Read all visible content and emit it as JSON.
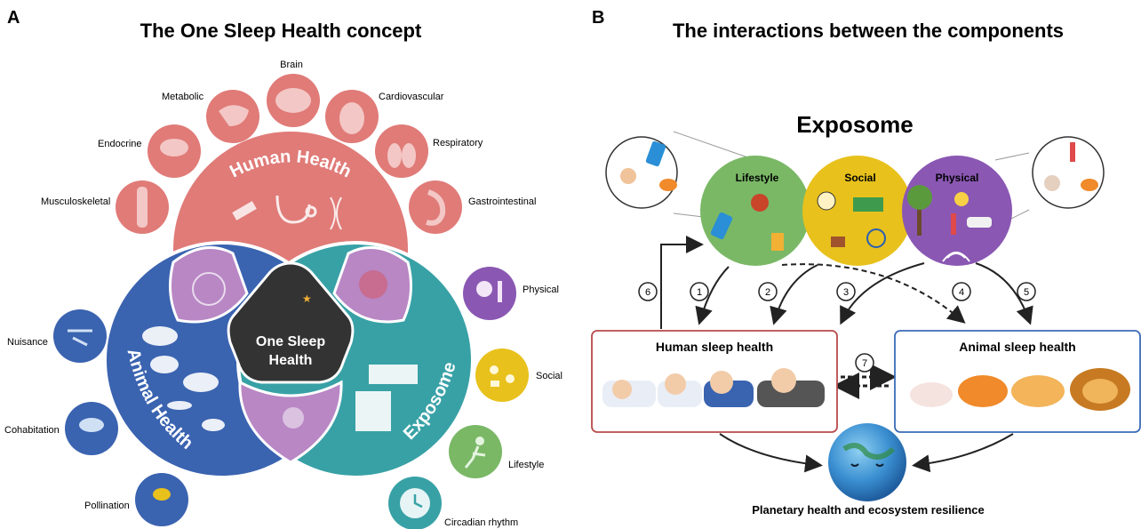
{
  "panel_a": {
    "letter": "A",
    "title": "The One Sleep Health concept",
    "center_label_line1": "One Sleep",
    "center_label_line2": "Health",
    "human_health": {
      "label": "Human Health",
      "color": "#e07b78",
      "organs": [
        {
          "label": "Brain",
          "icon": "brain-icon"
        },
        {
          "label": "Metabolic",
          "icon": "liver-icon"
        },
        {
          "label": "Cardiovascular",
          "icon": "heart-icon"
        },
        {
          "label": "Endocrine",
          "icon": "thyroid-icon"
        },
        {
          "label": "Respiratory",
          "icon": "lungs-icon"
        },
        {
          "label": "Musculoskeletal",
          "icon": "skeleton-icon"
        },
        {
          "label": "Gastrointestinal",
          "icon": "stomach-icon"
        }
      ]
    },
    "animal_health": {
      "label": "Animal Health",
      "color": "#3a63b0",
      "items": [
        {
          "label": "Nuisance",
          "icon": "mosquito-icon"
        },
        {
          "label": "Cohabitation",
          "icon": "dog-icon"
        },
        {
          "label": "Pollination",
          "icon": "bee-icon"
        }
      ]
    },
    "exposome": {
      "label": "Exposome",
      "color": "#38a1a6",
      "items": [
        {
          "label": "Physical",
          "icon": "tree-thermometer-icon",
          "color": "#8a57b3"
        },
        {
          "label": "Social",
          "icon": "social-people-icon",
          "color": "#e8c11c"
        },
        {
          "label": "Lifestyle",
          "icon": "running-icon",
          "color": "#7ab866"
        },
        {
          "label": "Circadian rhythm",
          "icon": "clock-icon",
          "color": "#38a1a6"
        }
      ]
    },
    "overlap_color": "#b887c4",
    "center_color": "#333333",
    "moon_color": "#f2b035"
  },
  "panel_b": {
    "letter": "B",
    "title": "The interactions between the components",
    "exposome_title": "Exposome",
    "circles": [
      {
        "label": "Lifestyle",
        "color": "#7ab866"
      },
      {
        "label": "Social",
        "color": "#e8c11c"
      },
      {
        "label": "Physical",
        "color": "#8a57b3"
      }
    ],
    "arrow_numbers": [
      "1",
      "2",
      "3",
      "4",
      "5",
      "6",
      "7"
    ],
    "human_box": {
      "label": "Human sleep health",
      "border": "#b84a4a"
    },
    "animal_box": {
      "label": "Animal sleep health",
      "border": "#3a6bb8"
    },
    "planet_label": "Planetary health and ecosystem resilience"
  }
}
